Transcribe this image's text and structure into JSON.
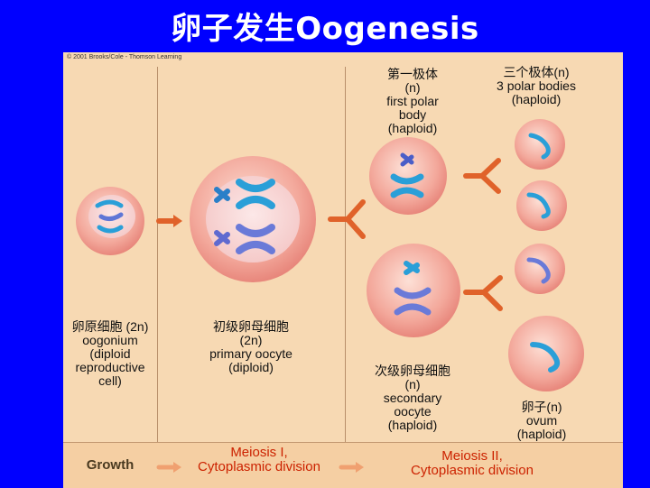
{
  "title": "卵子发生Oogenesis",
  "copyright": "© 2001 Brooks/Cole - Thomson Learning",
  "labels": {
    "oogonium": [
      "卵原细胞 (2n)",
      "oogonium",
      "(diploid",
      "reproductive",
      "cell)"
    ],
    "primary": [
      "初级卵母细胞",
      "(2n)",
      "primary oocyte",
      "(diploid)"
    ],
    "first_polar": [
      "第一极体",
      "(n)",
      "first polar",
      "body",
      "(haploid)"
    ],
    "three_polar": [
      "三个极体(n)",
      "3 polar bodies",
      "(haploid)"
    ],
    "secondary": [
      "次级卵母细胞",
      "(n)",
      "secondary",
      "oocyte",
      "(haploid)"
    ],
    "ovum": [
      "卵子(n)",
      "ovum",
      "(haploid)"
    ]
  },
  "stages": {
    "growth": "Growth",
    "meiosis1": [
      "Meiosis I,",
      "Cytoplasmic division"
    ],
    "meiosis2": [
      "Meiosis II,",
      "Cytoplasmic division"
    ]
  },
  "colors": {
    "background": "#0000ff",
    "panel": "#f7d9b3",
    "arrow": "#e0622a",
    "cell": "#f1a39a",
    "chromosome_blue": "#2a9fd8",
    "chromosome_purple": "#6a7ad8"
  }
}
